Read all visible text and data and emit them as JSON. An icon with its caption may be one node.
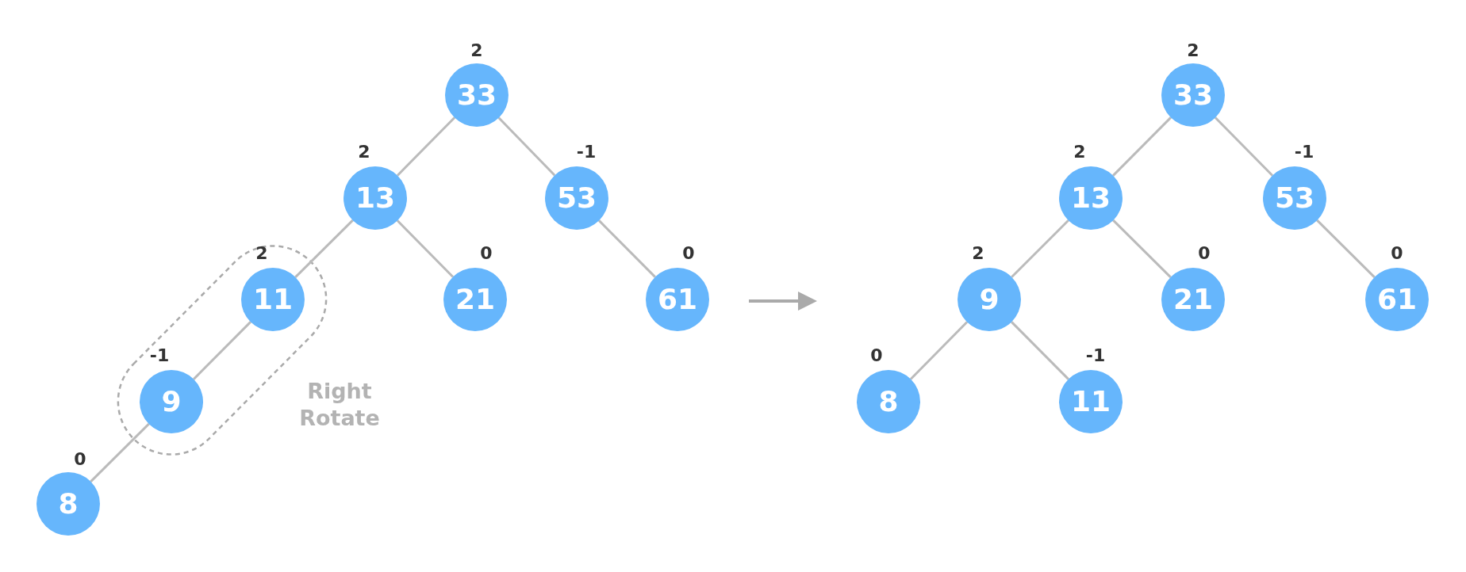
{
  "diagram": {
    "nodes": [
      {
        "text": [
          "33"
        ],
        "beside": [
          "2"
        ]
      },
      {
        "text": [
          "13"
        ],
        "beside": [
          "2"
        ]
      },
      {
        "text": [
          "53"
        ],
        "beside": [
          "-1"
        ]
      },
      {
        "text": [
          "11"
        ],
        "beside": [
          "2"
        ]
      },
      {
        "text": [
          "21"
        ],
        "beside": [
          "0"
        ]
      },
      {
        "text": [
          "61"
        ],
        "beside": [
          "0"
        ]
      },
      {
        "text": [
          "9"
        ],
        "beside": [
          "-1"
        ]
      },
      {
        "text": [
          "8"
        ],
        "beside": [
          "0"
        ]
      },
      {
        "text": [
          "33"
        ],
        "beside": [
          "2"
        ]
      },
      {
        "text": [
          "13"
        ],
        "beside": [
          "2"
        ]
      },
      {
        "text": [
          "53"
        ],
        "beside": [
          "-1"
        ]
      },
      {
        "text": [
          "9"
        ],
        "beside": [
          "2"
        ]
      },
      {
        "text": [
          "21"
        ],
        "beside": [
          "0"
        ]
      },
      {
        "text": [
          "61"
        ],
        "beside": [
          "0"
        ]
      },
      {
        "text": [
          "8"
        ],
        "beside": [
          "0"
        ]
      },
      {
        "text": [
          "11"
        ],
        "beside": [
          "-1"
        ]
      }
    ],
    "edges": [
      {
        "from": 0,
        "to": 1,
        "arrow": "none"
      },
      {
        "from": 0,
        "to": 2,
        "arrow": "none"
      },
      {
        "from": 1,
        "to": 3,
        "arrow": "none"
      },
      {
        "from": 1,
        "to": 4,
        "arrow": "none"
      },
      {
        "from": 2,
        "to": 5,
        "arrow": "none"
      },
      {
        "from": 3,
        "to": 6,
        "arrow": "none"
      },
      {
        "from": 6,
        "to": 7,
        "arrow": "none"
      },
      {
        "from": 8,
        "to": 9,
        "arrow": "none"
      },
      {
        "from": 8,
        "to": 10,
        "arrow": "none"
      },
      {
        "from": 9,
        "to": 11,
        "arrow": "none"
      },
      {
        "from": 9,
        "to": 12,
        "arrow": "none"
      },
      {
        "from": 10,
        "to": 13,
        "arrow": "none"
      },
      {
        "from": 11,
        "to": 14,
        "arrow": "none"
      },
      {
        "from": 11,
        "to": 15,
        "arrow": "none"
      }
    ],
    "labels": [
      "Right Rotate"
    ]
  }
}
